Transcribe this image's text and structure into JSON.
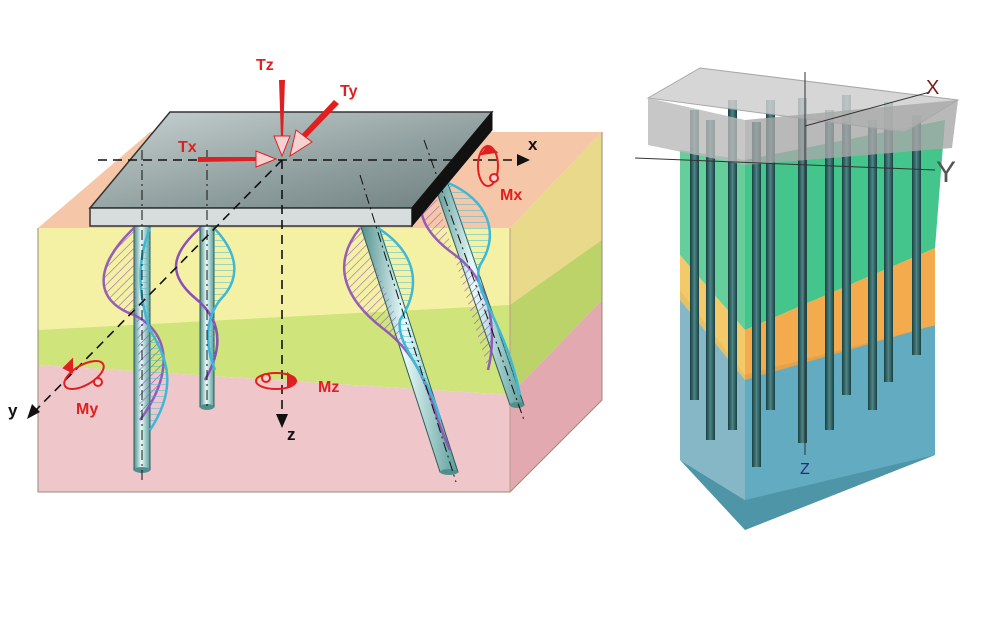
{
  "left_diagram": {
    "force_labels": {
      "tz": "Tz",
      "ty": "Ty",
      "tx": "Tx",
      "mx": "Mx",
      "my": "My",
      "mz": "Mz"
    },
    "axis_labels": {
      "x": "x",
      "y": "y",
      "z": "z"
    }
  },
  "right_diagram": {
    "axis_labels": {
      "x": "X",
      "y": "Y",
      "z": "Z"
    }
  },
  "colors": {
    "load_red": "#e02020",
    "soil_top_orange": "#f6c6a8",
    "soil_yellow": "#f3f09a",
    "soil_green": "#c9e26a",
    "soil_pink": "#eec3c8",
    "cap_gray": "#9aa9a9",
    "pile_teal": "#8cc6c4",
    "curve_purple": "#8c4fb8",
    "curve_cyan": "#3fb8d6",
    "layer_green": "#2fbf7f",
    "layer_orange": "#f3a23a",
    "layer_blue": "#5aa7bd"
  }
}
